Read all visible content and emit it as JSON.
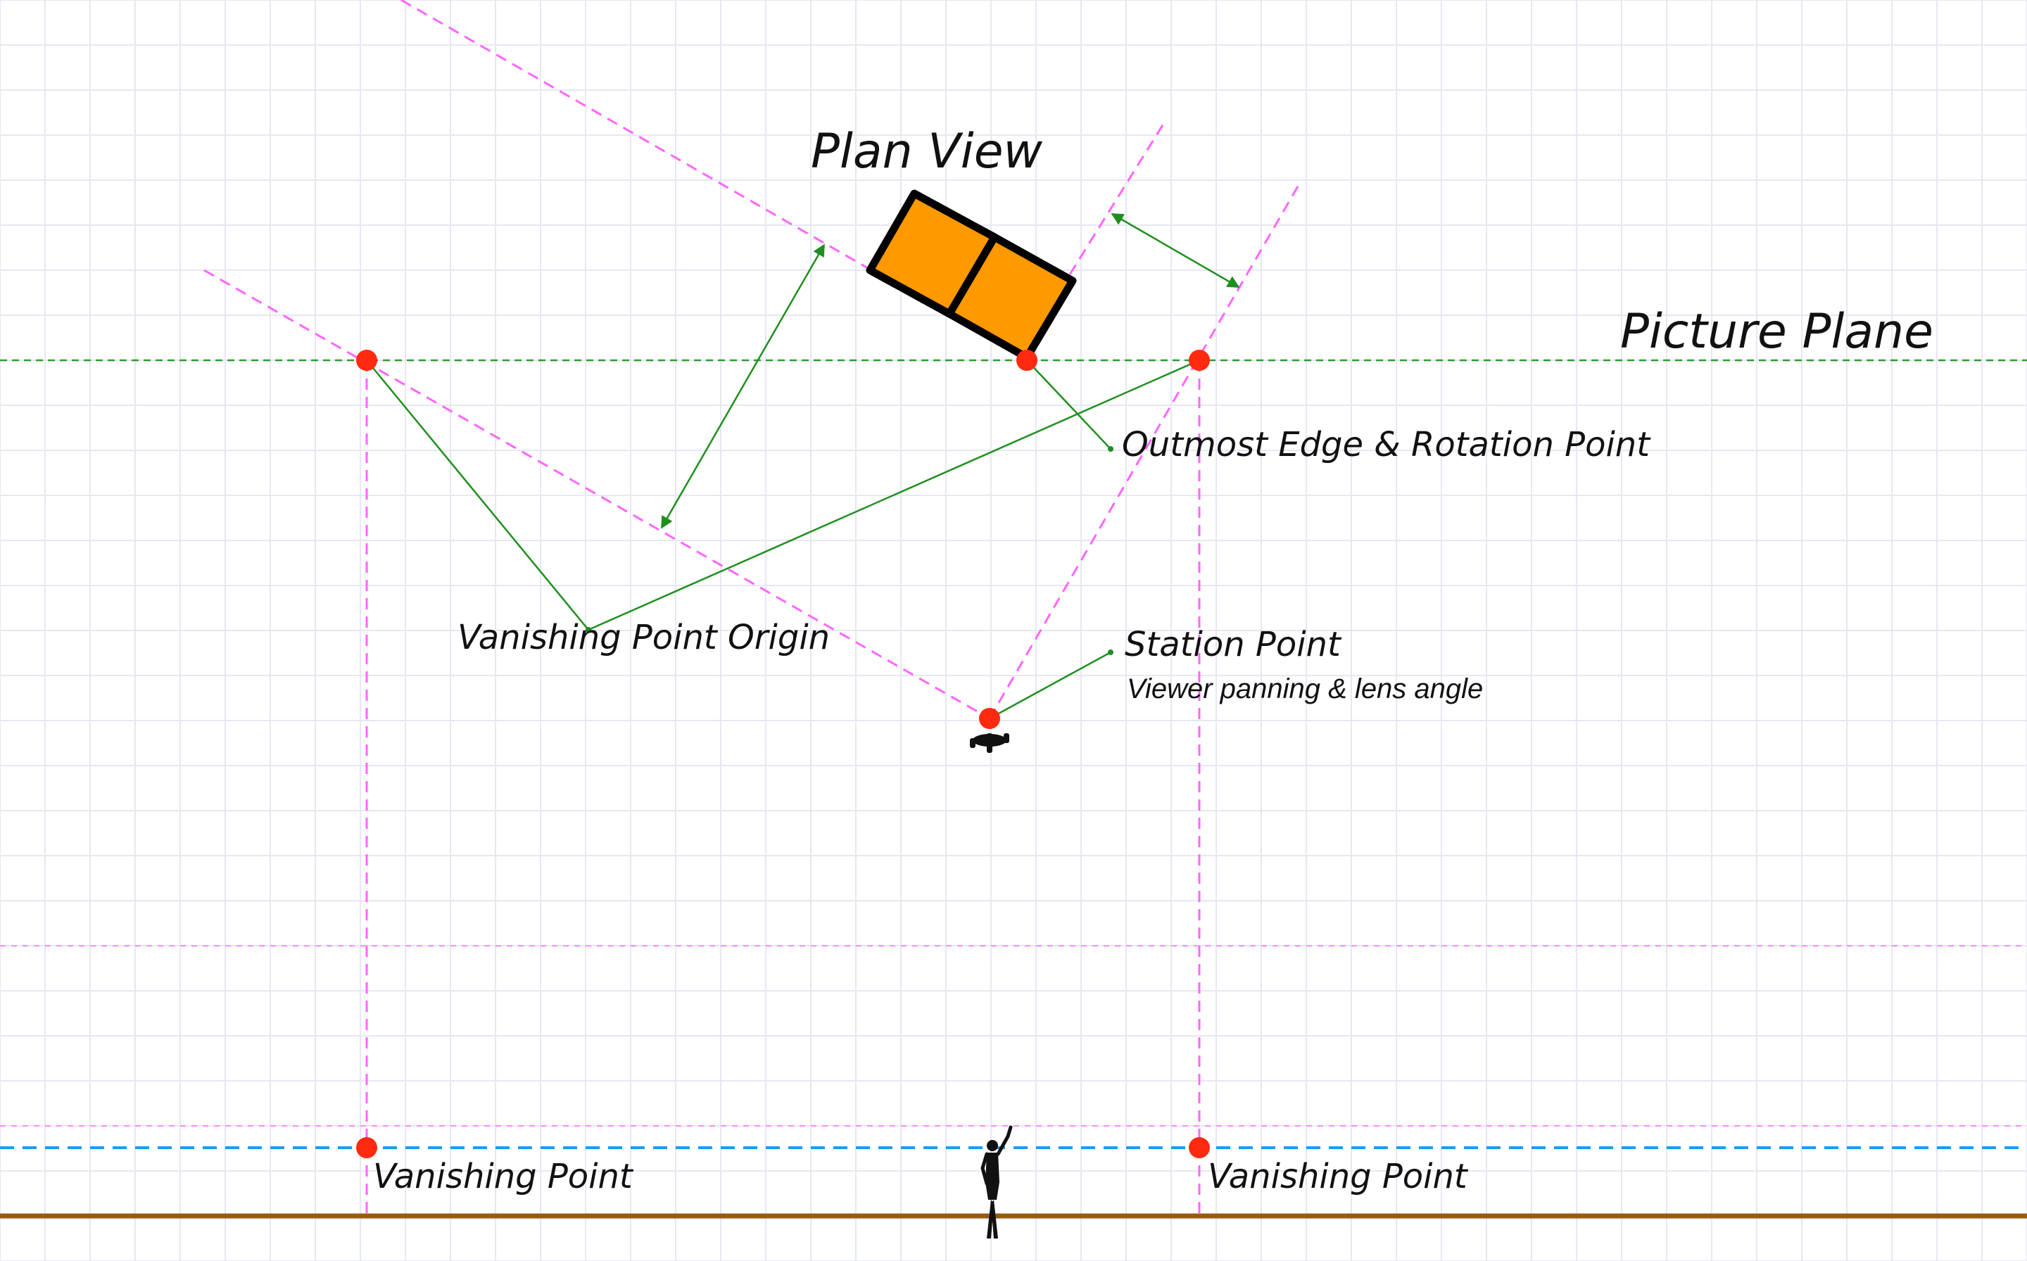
{
  "labels": {
    "plan_view": "Plan View",
    "picture_plane": "Picture Plane",
    "outmost_edge": "Outmost Edge & Rotation Point",
    "vanishing_point_origin": "Vanishing Point Origin",
    "station_point": "Station Point",
    "station_point_note": "Viewer panning & lens angle",
    "vanishing_point_left": "Vanishing Point",
    "vanishing_point_right": "Vanishing Point"
  },
  "colors": {
    "grid": "#e6e8f2",
    "construction_line": "#ff66ff",
    "picture_plane_line": "#2e9a2e",
    "annotation_line": "#1f8f1f",
    "horizon_line": "#1a9cf0",
    "ground_line": "#9a5a10",
    "point_marker": "#ff2a10",
    "object_fill": "#ff9900",
    "object_stroke": "#000000",
    "figure": "#111111"
  },
  "icons": {
    "station_viewer": "viewer-figure-icon",
    "scale_figure": "standing-figure-icon"
  }
}
